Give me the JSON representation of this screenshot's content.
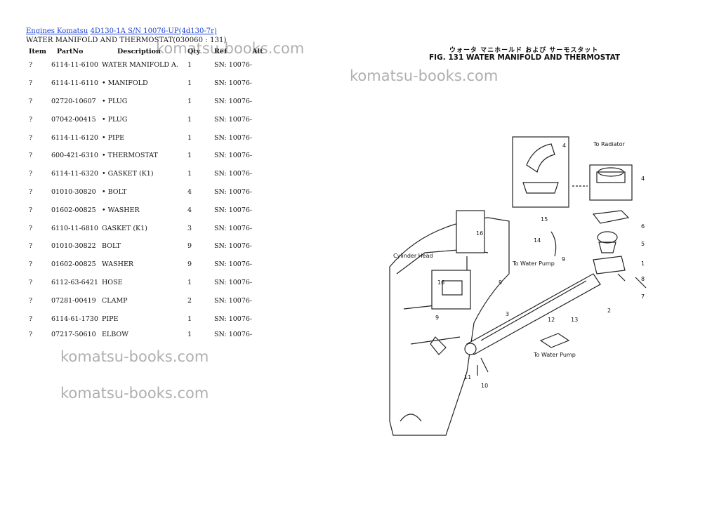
{
  "breadcrumb": {
    "link1": "Engines Komatsu",
    "link2": "4D130-1A S/N 10076-UP(4d130-7r)"
  },
  "page_title": "WATER MANIFOLD AND THERMOSTAT(030060 : 131)",
  "table": {
    "headers": {
      "item": "Item",
      "partno": "PartNo",
      "description": "Description",
      "qty": "Qty",
      "ref": "Ref",
      "alt": "Alt"
    },
    "rows": [
      {
        "item": "?",
        "partno": "6114-11-6100",
        "description": "WATER MANIFOLD A.",
        "qty": "1",
        "ref": "SN: 10076-",
        "alt": ""
      },
      {
        "item": "?",
        "partno": "6114-11-6110",
        "description": "• MANIFOLD",
        "qty": "1",
        "ref": "SN: 10076-",
        "alt": ""
      },
      {
        "item": "?",
        "partno": "02720-10607",
        "description": "• PLUG",
        "qty": "1",
        "ref": "SN: 10076-",
        "alt": ""
      },
      {
        "item": "?",
        "partno": "07042-00415",
        "description": "• PLUG",
        "qty": "1",
        "ref": "SN: 10076-",
        "alt": ""
      },
      {
        "item": "?",
        "partno": "6114-11-6120",
        "description": "• PIPE",
        "qty": "1",
        "ref": "SN: 10076-",
        "alt": ""
      },
      {
        "item": "?",
        "partno": "600-421-6310",
        "description": "• THERMOSTAT",
        "qty": "1",
        "ref": "SN: 10076-",
        "alt": ""
      },
      {
        "item": "?",
        "partno": "6114-11-6320",
        "description": "• GASKET (K1)",
        "qty": "1",
        "ref": "SN: 10076-",
        "alt": ""
      },
      {
        "item": "?",
        "partno": "01010-30820",
        "description": "• BOLT",
        "qty": "4",
        "ref": "SN: 10076-",
        "alt": ""
      },
      {
        "item": "?",
        "partno": "01602-00825",
        "description": "• WASHER",
        "qty": "4",
        "ref": "SN: 10076-",
        "alt": ""
      },
      {
        "item": "?",
        "partno": "6110-11-6810",
        "description": "GASKET (K1)",
        "qty": "3",
        "ref": "SN: 10076-",
        "alt": ""
      },
      {
        "item": "?",
        "partno": "01010-30822",
        "description": "BOLT",
        "qty": "9",
        "ref": "SN: 10076-",
        "alt": ""
      },
      {
        "item": "?",
        "partno": "01602-00825",
        "description": "WASHER",
        "qty": "9",
        "ref": "SN: 10076-",
        "alt": ""
      },
      {
        "item": "?",
        "partno": "6112-63-6421",
        "description": "HOSE",
        "qty": "1",
        "ref": "SN: 10076-",
        "alt": ""
      },
      {
        "item": "?",
        "partno": "07281-00419",
        "description": "CLAMP",
        "qty": "2",
        "ref": "SN: 10076-",
        "alt": ""
      },
      {
        "item": "?",
        "partno": "6114-61-1730",
        "description": "PIPE",
        "qty": "1",
        "ref": "SN: 10076-",
        "alt": ""
      },
      {
        "item": "?",
        "partno": "07217-50610",
        "description": "ELBOW",
        "qty": "1",
        "ref": "SN: 10076-",
        "alt": ""
      }
    ]
  },
  "watermark_text": "komatsu-books.com",
  "figure": {
    "title_jp": "ウォータ マニホールド および サーモスタット",
    "title": "FIG. 131 WATER MANIFOLD AND THERMOSTAT",
    "callouts": [
      "1",
      "2",
      "3",
      "4",
      "4",
      "5",
      "6",
      "7",
      "8",
      "9",
      "9",
      "9",
      "10",
      "11",
      "12",
      "13",
      "14",
      "15",
      "16",
      "16"
    ],
    "label_to_water_pump": "To Water Pump",
    "label_to_radiator": "To Radiator",
    "label_cylinder_head": "Cylinder Head"
  }
}
